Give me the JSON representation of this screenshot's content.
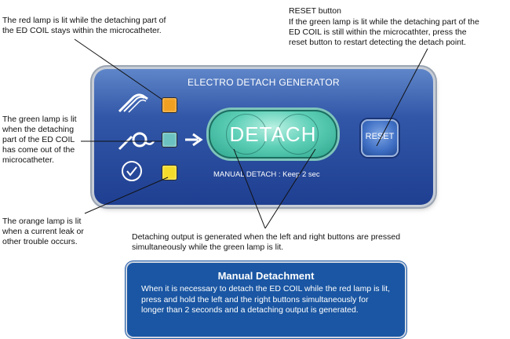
{
  "panel": {
    "title": "ELECTRO DETACH GENERATOR",
    "detach_label": "DETACH",
    "manual_label": "MANUAL DETACH : Keep 2 sec",
    "reset_label": "RESET"
  },
  "lamps": {
    "red": {
      "color": "#f0a020"
    },
    "green": {
      "color": "#6cc2c0"
    },
    "orange": {
      "color": "#f5dc2a"
    }
  },
  "annotations": {
    "red_lamp": "The red lamp is lit while the detaching part of\nthe ED COIL stays within the microcatheter.",
    "green_lamp": "The green lamp is lit\nwhen the detaching\npart of the ED COIL\nhas come out of the\nmicrocatheter.",
    "orange_lamp": "The orange lamp is lit\nwhen a current leak or\nother trouble occurs.",
    "reset_title": "RESET button",
    "reset_desc": "If the green lamp is lit while the detaching part of the\nED COIL is still within the microcathter, press the\nreset button to restart detecting the detach point.",
    "detach_output": "Detaching output is generated when the left and right buttons are pressed\nsimultaneously while the green lamp is lit."
  },
  "manual_box": {
    "title": "Manual Detachment",
    "body": "When it is necessary to detach the ED COIL while the red lamp is lit, press and hold the left and the right buttons simultaneously for longer than 2 seconds and a detaching output is generated."
  }
}
